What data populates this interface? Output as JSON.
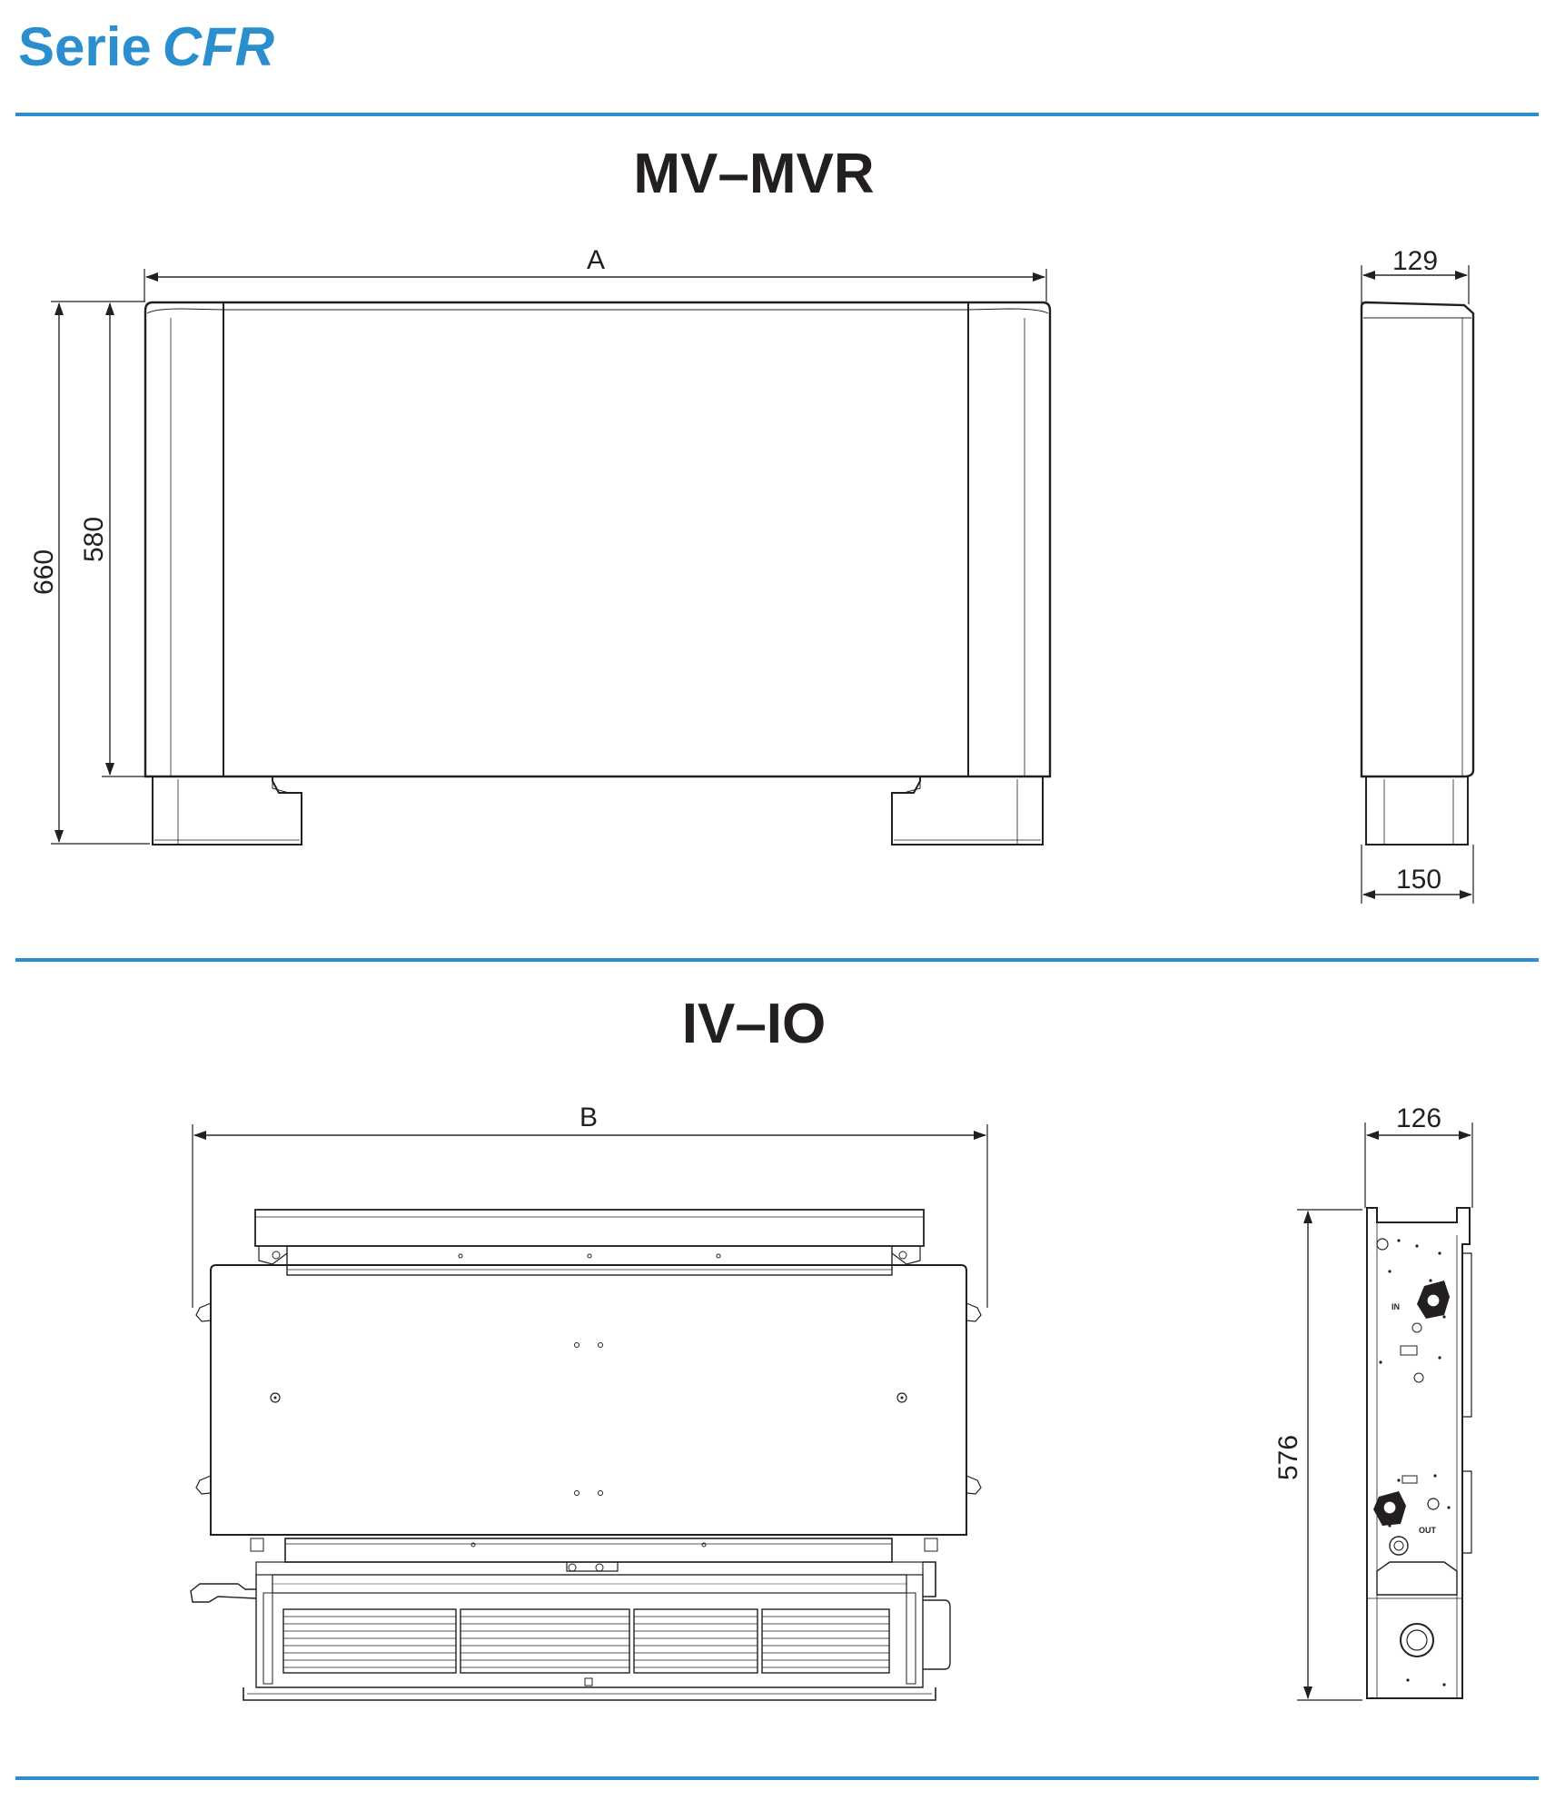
{
  "header": {
    "series_word": "Serie",
    "series_name": "CFR"
  },
  "sections": [
    {
      "title": "MV–MVR",
      "dimensions": {
        "width_label": "A",
        "total_height": "660",
        "body_height": "580",
        "depth_top": "129",
        "depth_bottom": "150"
      }
    },
    {
      "title": "IV–IO",
      "dimensions": {
        "width_label": "B",
        "depth_top": "126",
        "height": "576"
      }
    }
  ],
  "colors": {
    "accent": "#2b8fcf",
    "ink": "#231f20"
  },
  "side_labels": {
    "inlet": "IN",
    "outlet": "OUT"
  }
}
